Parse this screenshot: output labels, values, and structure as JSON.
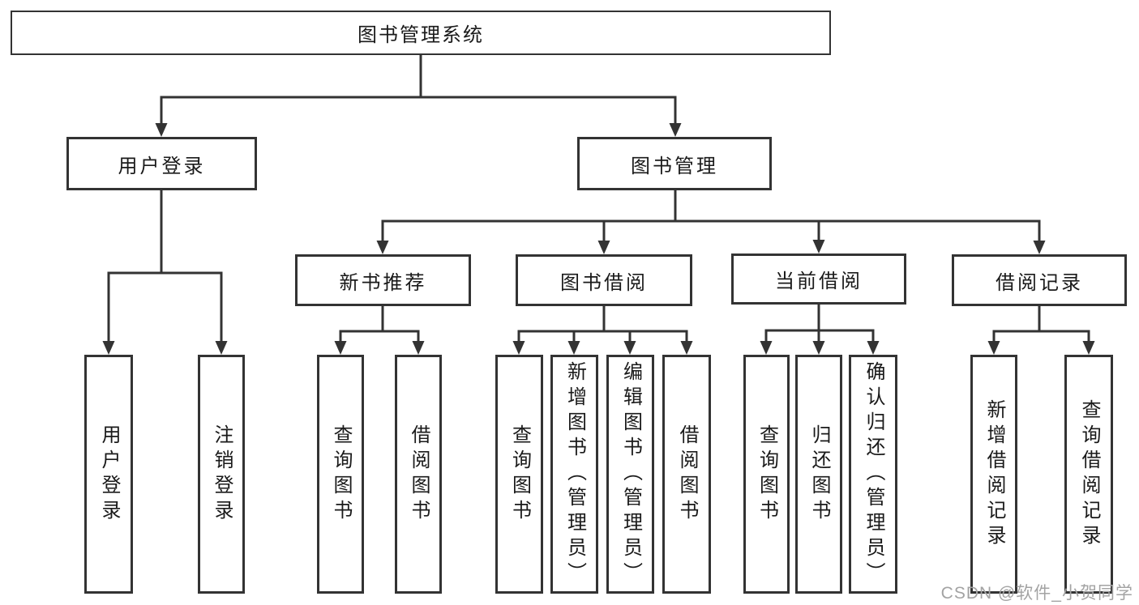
{
  "diagram": {
    "root": "图书管理系统",
    "level2": [
      "用户登录",
      "图书管理"
    ],
    "level3": [
      "新书推荐",
      "图书借阅",
      "当前借阅",
      "借阅记录"
    ],
    "leaves": [
      "用户登录",
      "注销登录",
      "查询图书",
      "借阅图书",
      "查询图书",
      "新增图书（管理员）",
      "编辑图书（管理员）",
      "借阅图书",
      "查询图书",
      "归还图书",
      "确认归还（管理员）",
      "新增借阅记录",
      "查询借阅记录"
    ]
  },
  "watermark": "CSDN @软件_小贺同学",
  "colors": {
    "line": "#333333",
    "text": "#1a1a1a",
    "watermark": "#a3a3a3",
    "background": "#ffffff"
  }
}
